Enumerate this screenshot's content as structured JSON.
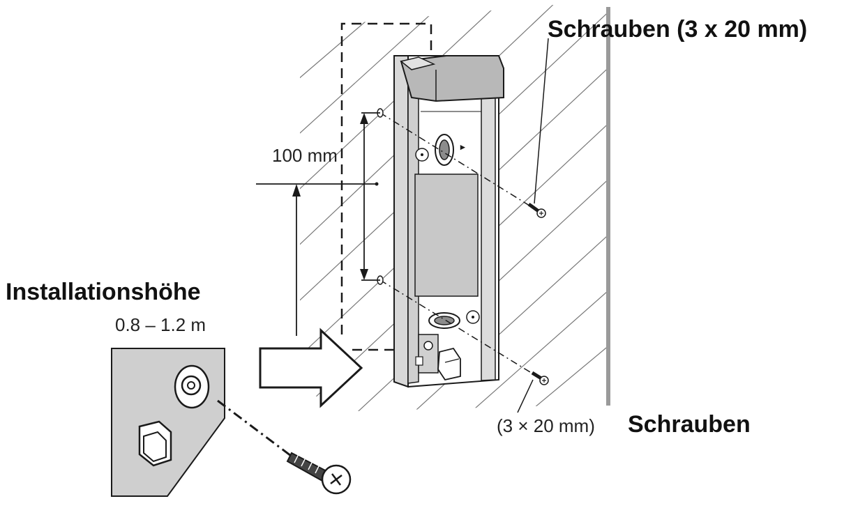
{
  "labels": {
    "screws_top": "Schrauben (3 x 20 mm)",
    "dimension": "100 mm",
    "install_height_title": "Installationshöhe",
    "install_height_value": "0.8 – 1.2 m",
    "screws_bottom_size": "(3 × 20 mm)",
    "screws_bottom_word": "Schrauben"
  },
  "colors": {
    "ink": "#1a1a1a",
    "wall_line": "#9a9a9a",
    "device_gray": "#c8c8c8",
    "device_dark": "#8c8c8c",
    "background": "#ffffff"
  },
  "icons": {
    "arrow": "block-arrow-right-icon",
    "screw": "screw-icon",
    "keyhole": "keyhole-slot-icon"
  }
}
